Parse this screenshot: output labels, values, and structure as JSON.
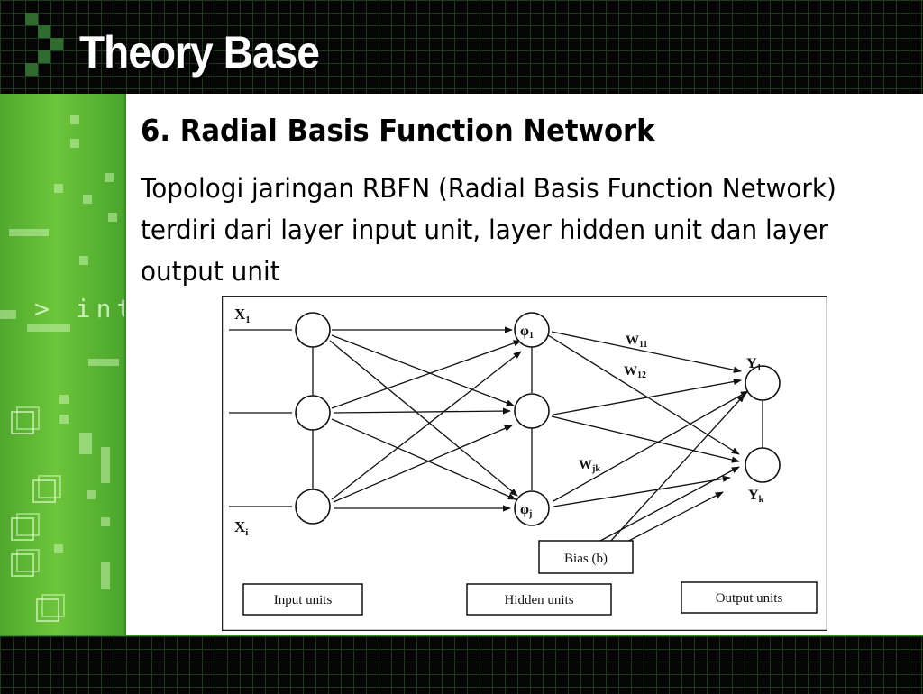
{
  "slide": {
    "title": "Theory Base",
    "heading": "6. Radial Basis Function Network",
    "paragraph": "Topologi jaringan RBFN (Radial Basis Function Network) terdiri dari layer input unit, layer hidden unit dan layer output unit",
    "background_code_text": "> int"
  },
  "diagram": {
    "input_labels": {
      "x1": "X",
      "x1_sub": "1",
      "xi": "X",
      "xi_sub": "i"
    },
    "hidden_labels": {
      "phi1": "φ",
      "phi1_sub": "1",
      "phij": "φ",
      "phij_sub": "j"
    },
    "output_labels": {
      "y1": "Y",
      "y1_sub": "1",
      "yk": "Y",
      "yk_sub": "k"
    },
    "weight_labels": {
      "w11": "W",
      "w11_sub": "11",
      "w12": "W",
      "w12_sub": "12",
      "wjk": "W",
      "wjk_sub": "jk"
    },
    "bias_label": "Bias (b)",
    "legend": {
      "input_units": "Input units",
      "hidden_units": "Hidden units",
      "output_units": "Output units"
    }
  },
  "colors": {
    "accent_green": "#4aa52c",
    "bar_dark": "#050505",
    "grid_line": "#1e3a1e"
  }
}
